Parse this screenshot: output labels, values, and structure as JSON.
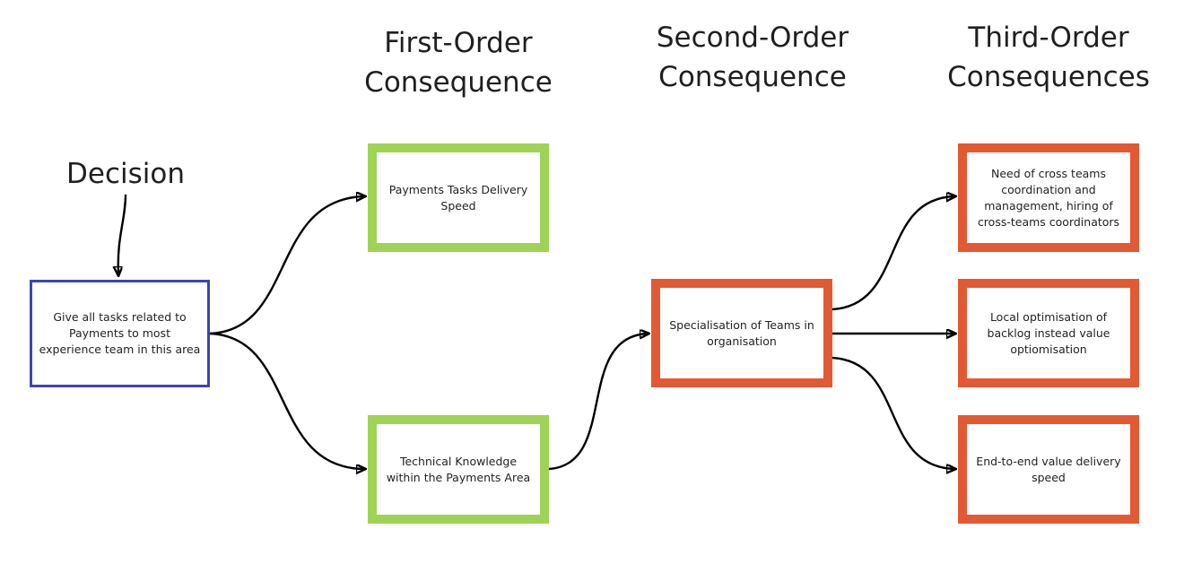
{
  "colors": {
    "decision_border": "#3f44b0",
    "first_order_border": "#9fd356",
    "later_order_border": "#e15a34",
    "arrow": "#000000"
  },
  "headings": {
    "first_order": [
      "First-Order",
      "Consequence"
    ],
    "second_order": [
      "Second-Order",
      "Consequence"
    ],
    "third_order": [
      "Third-Order",
      "Consequences"
    ]
  },
  "decision": {
    "label": "Decision",
    "text": "Give all tasks related to Payments to most experience team in this area"
  },
  "first_order": [
    {
      "text": "Payments Tasks Delivery Speed"
    },
    {
      "text": "Technical Knowledge within the Payments Area"
    }
  ],
  "second_order": [
    {
      "text": "Specialisation of Teams in organisation"
    }
  ],
  "third_order": [
    {
      "text": "Need of cross teams coordination and management, hiring of cross-teams coordinators"
    },
    {
      "text": "Local optimisation of backlog instead value optiomisation"
    },
    {
      "text": "End-to-end value delivery speed"
    }
  ]
}
